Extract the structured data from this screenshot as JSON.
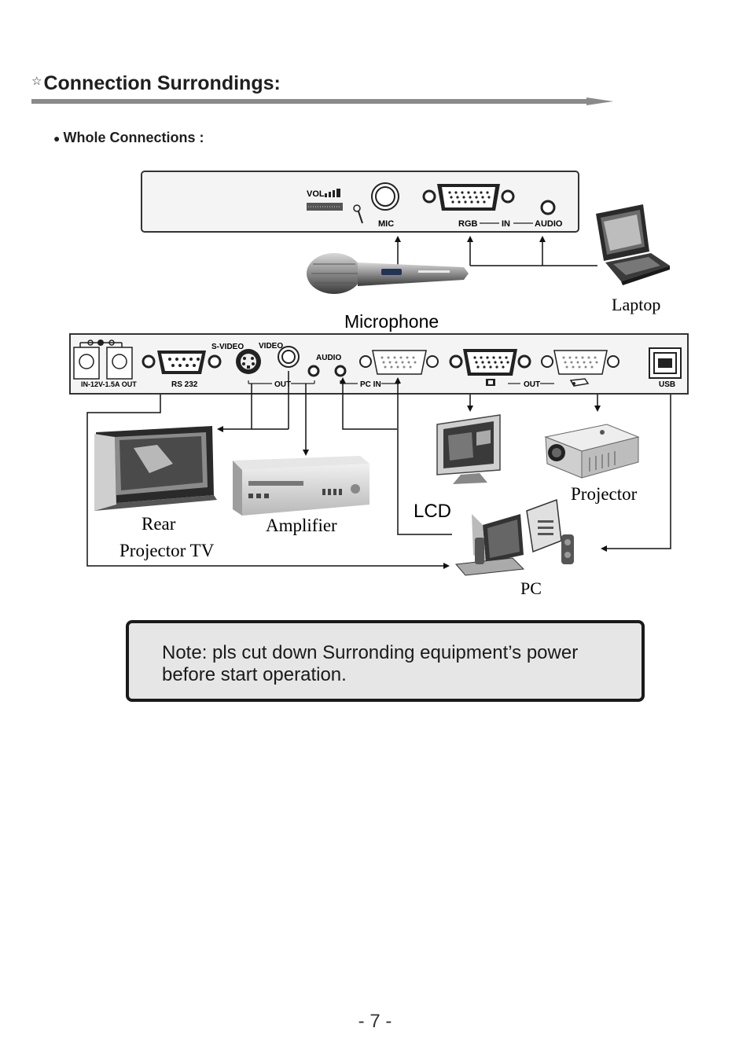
{
  "heading": {
    "star": "☆",
    "title": "Connection Surrondings:"
  },
  "subheading": {
    "bullet": "●",
    "title": "Whole Connections :"
  },
  "diagram": {
    "top_panel": {
      "vol": "VOL",
      "mic": "MIC",
      "rgb": "RGB",
      "in": "IN",
      "audio": "AUDIO"
    },
    "rear_panel": {
      "power": "IN-12V-1.5A OUT",
      "rs232": "RS 232",
      "svideo": "S-VIDEO",
      "video": "VIDEO",
      "out_video": "OUT",
      "audio": "AUDIO",
      "pc_in": "PC IN",
      "out_monitor": "OUT",
      "usb": "USB"
    },
    "devices": {
      "laptop": "Laptop",
      "microphone": "Microphone",
      "rear_tv_line1": "Rear",
      "rear_tv_line2": "Projector TV",
      "amplifier": "Amplifier",
      "lcd": "LCD",
      "projector": "Projector",
      "pc": "PC"
    },
    "icons": [
      "microphone-icon",
      "laptop-icon",
      "tv-icon",
      "amplifier-icon",
      "lcd-icon",
      "projector-icon",
      "pc-icon"
    ]
  },
  "note": {
    "text": "Note: pls cut down Surronding equipment’s power before start operation."
  },
  "page_number": "- 7 -"
}
